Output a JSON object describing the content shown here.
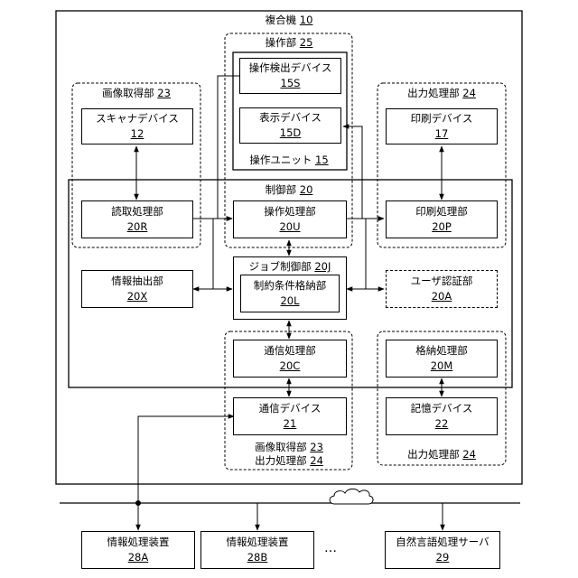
{
  "mfp": {
    "name": "複合機",
    "num": "10"
  },
  "groups": {
    "operation_section": {
      "name": "操作部",
      "num": "25"
    },
    "operation_unit": {
      "name": "操作ユニット",
      "num": "15"
    },
    "image_acq_top": {
      "name": "画像取得部",
      "num": "23"
    },
    "output_top": {
      "name": "出力処理部",
      "num": "24"
    },
    "control": {
      "name": "制御部",
      "num": "20"
    },
    "comm_group": {
      "line1": "画像取得部",
      "num1": "23",
      "line2": "出力処理部",
      "num2": "24"
    },
    "output_bottom": {
      "name": "出力処理部",
      "num": "24"
    }
  },
  "boxes": {
    "op_detect": {
      "name": "操作検出デバイス",
      "num": "15S"
    },
    "display": {
      "name": "表示デバイス",
      "num": "15D"
    },
    "scanner": {
      "name": "スキャナデバイス",
      "num": "12"
    },
    "printer": {
      "name": "印刷デバイス",
      "num": "17"
    },
    "read_proc": {
      "name": "読取処理部",
      "num": "20R"
    },
    "op_proc": {
      "name": "操作処理部",
      "num": "20U"
    },
    "print_proc": {
      "name": "印刷処理部",
      "num": "20P"
    },
    "info_extract": {
      "name": "情報抽出部",
      "num": "20X"
    },
    "job_ctrl": {
      "name": "ジョブ制御部",
      "num": "20J"
    },
    "constraint": {
      "name": "制約条件格納部",
      "num": "20L"
    },
    "user_auth": {
      "name": "ユーザ認証部",
      "num": "20A"
    },
    "comm_proc": {
      "name": "通信処理部",
      "num": "20C"
    },
    "storage_proc": {
      "name": "格納処理部",
      "num": "20M"
    },
    "comm_dev": {
      "name": "通信デバイス",
      "num": "21"
    },
    "memory": {
      "name": "記憶デバイス",
      "num": "22"
    }
  },
  "external": [
    {
      "name": "情報処理装置",
      "num": "28A"
    },
    {
      "name": "情報処理装置",
      "num": "28B"
    },
    {
      "name": "自然言語処理サーバ",
      "num": "29"
    }
  ],
  "ellipsis": "…"
}
